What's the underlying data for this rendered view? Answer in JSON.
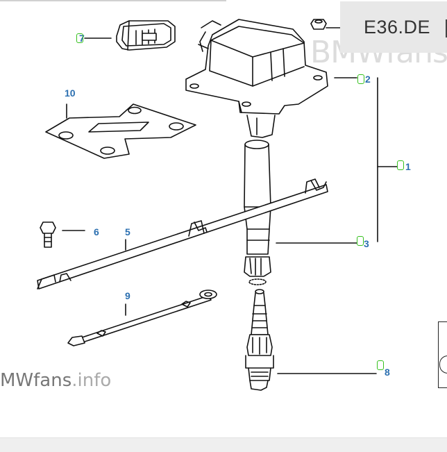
{
  "badge": {
    "text": "E36.DE"
  },
  "watermark_top": "BMWfans",
  "watermark_bottom": {
    "part1": "MWfans",
    "part2": ".info"
  },
  "callouts": {
    "c1": "1",
    "c2": "2",
    "c3": "3",
    "c5": "5",
    "c6": "6",
    "c7": "7",
    "c8": "8",
    "c9": "9",
    "c10": "10"
  },
  "colors": {
    "callout": "#2b6fb0",
    "hotspot": "#34c01c",
    "line": "#111111"
  }
}
